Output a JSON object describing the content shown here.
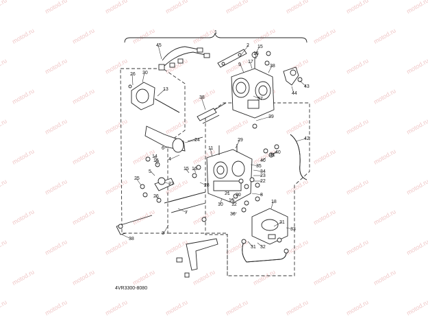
{
  "watermark": {
    "text": "motod.ru",
    "color": "#f0c8c8"
  },
  "diagram_code": "4VR3300-8080",
  "callouts": [
    {
      "id": "c1",
      "label": "1"
    },
    {
      "id": "c2",
      "label": "2"
    },
    {
      "id": "c3",
      "label": "3"
    },
    {
      "id": "c4",
      "label": "4"
    },
    {
      "id": "c5",
      "label": "5"
    },
    {
      "id": "c6",
      "label": "6"
    },
    {
      "id": "c7",
      "label": "7"
    },
    {
      "id": "c8",
      "label": "8"
    },
    {
      "id": "c9",
      "label": "9"
    },
    {
      "id": "c10",
      "label": "10"
    },
    {
      "id": "c11",
      "label": "11"
    },
    {
      "id": "c12",
      "label": "12"
    },
    {
      "id": "c13",
      "label": "13"
    },
    {
      "id": "c14",
      "label": "14"
    },
    {
      "id": "c15a",
      "label": "15"
    },
    {
      "id": "c15b",
      "label": "15"
    },
    {
      "id": "c16a",
      "label": "16"
    },
    {
      "id": "c16b",
      "label": "16"
    },
    {
      "id": "c16c",
      "label": "16"
    },
    {
      "id": "c17",
      "label": "17"
    },
    {
      "id": "c18",
      "label": "18"
    },
    {
      "id": "c19",
      "label": "19"
    },
    {
      "id": "c20",
      "label": "20"
    },
    {
      "id": "c21",
      "label": "21"
    },
    {
      "id": "c22",
      "label": "22"
    },
    {
      "id": "c23",
      "label": "23"
    },
    {
      "id": "c24",
      "label": "24"
    },
    {
      "id": "c25",
      "label": "25"
    },
    {
      "id": "c26a",
      "label": "26"
    },
    {
      "id": "c26b",
      "label": "26"
    },
    {
      "id": "c27",
      "label": "27"
    },
    {
      "id": "c28",
      "label": "28"
    },
    {
      "id": "c29",
      "label": "29"
    },
    {
      "id": "c30",
      "label": "30"
    },
    {
      "id": "c31a",
      "label": "31"
    },
    {
      "id": "c31b",
      "label": "31"
    },
    {
      "id": "c32",
      "label": "32"
    },
    {
      "id": "c33",
      "label": "33"
    },
    {
      "id": "c34",
      "label": "34"
    },
    {
      "id": "c35",
      "label": "35"
    },
    {
      "id": "c36",
      "label": "36"
    },
    {
      "id": "c37",
      "label": "37"
    },
    {
      "id": "c38a",
      "label": "38"
    },
    {
      "id": "c38b",
      "label": "38"
    },
    {
      "id": "c38c",
      "label": "38"
    },
    {
      "id": "c39",
      "label": "39"
    },
    {
      "id": "c40a",
      "label": "40"
    },
    {
      "id": "c40b",
      "label": "40"
    },
    {
      "id": "c41",
      "label": "41"
    },
    {
      "id": "c42",
      "label": "42"
    },
    {
      "id": "c43",
      "label": "43"
    },
    {
      "id": "c44",
      "label": "44"
    },
    {
      "id": "c45",
      "label": "45"
    }
  ]
}
